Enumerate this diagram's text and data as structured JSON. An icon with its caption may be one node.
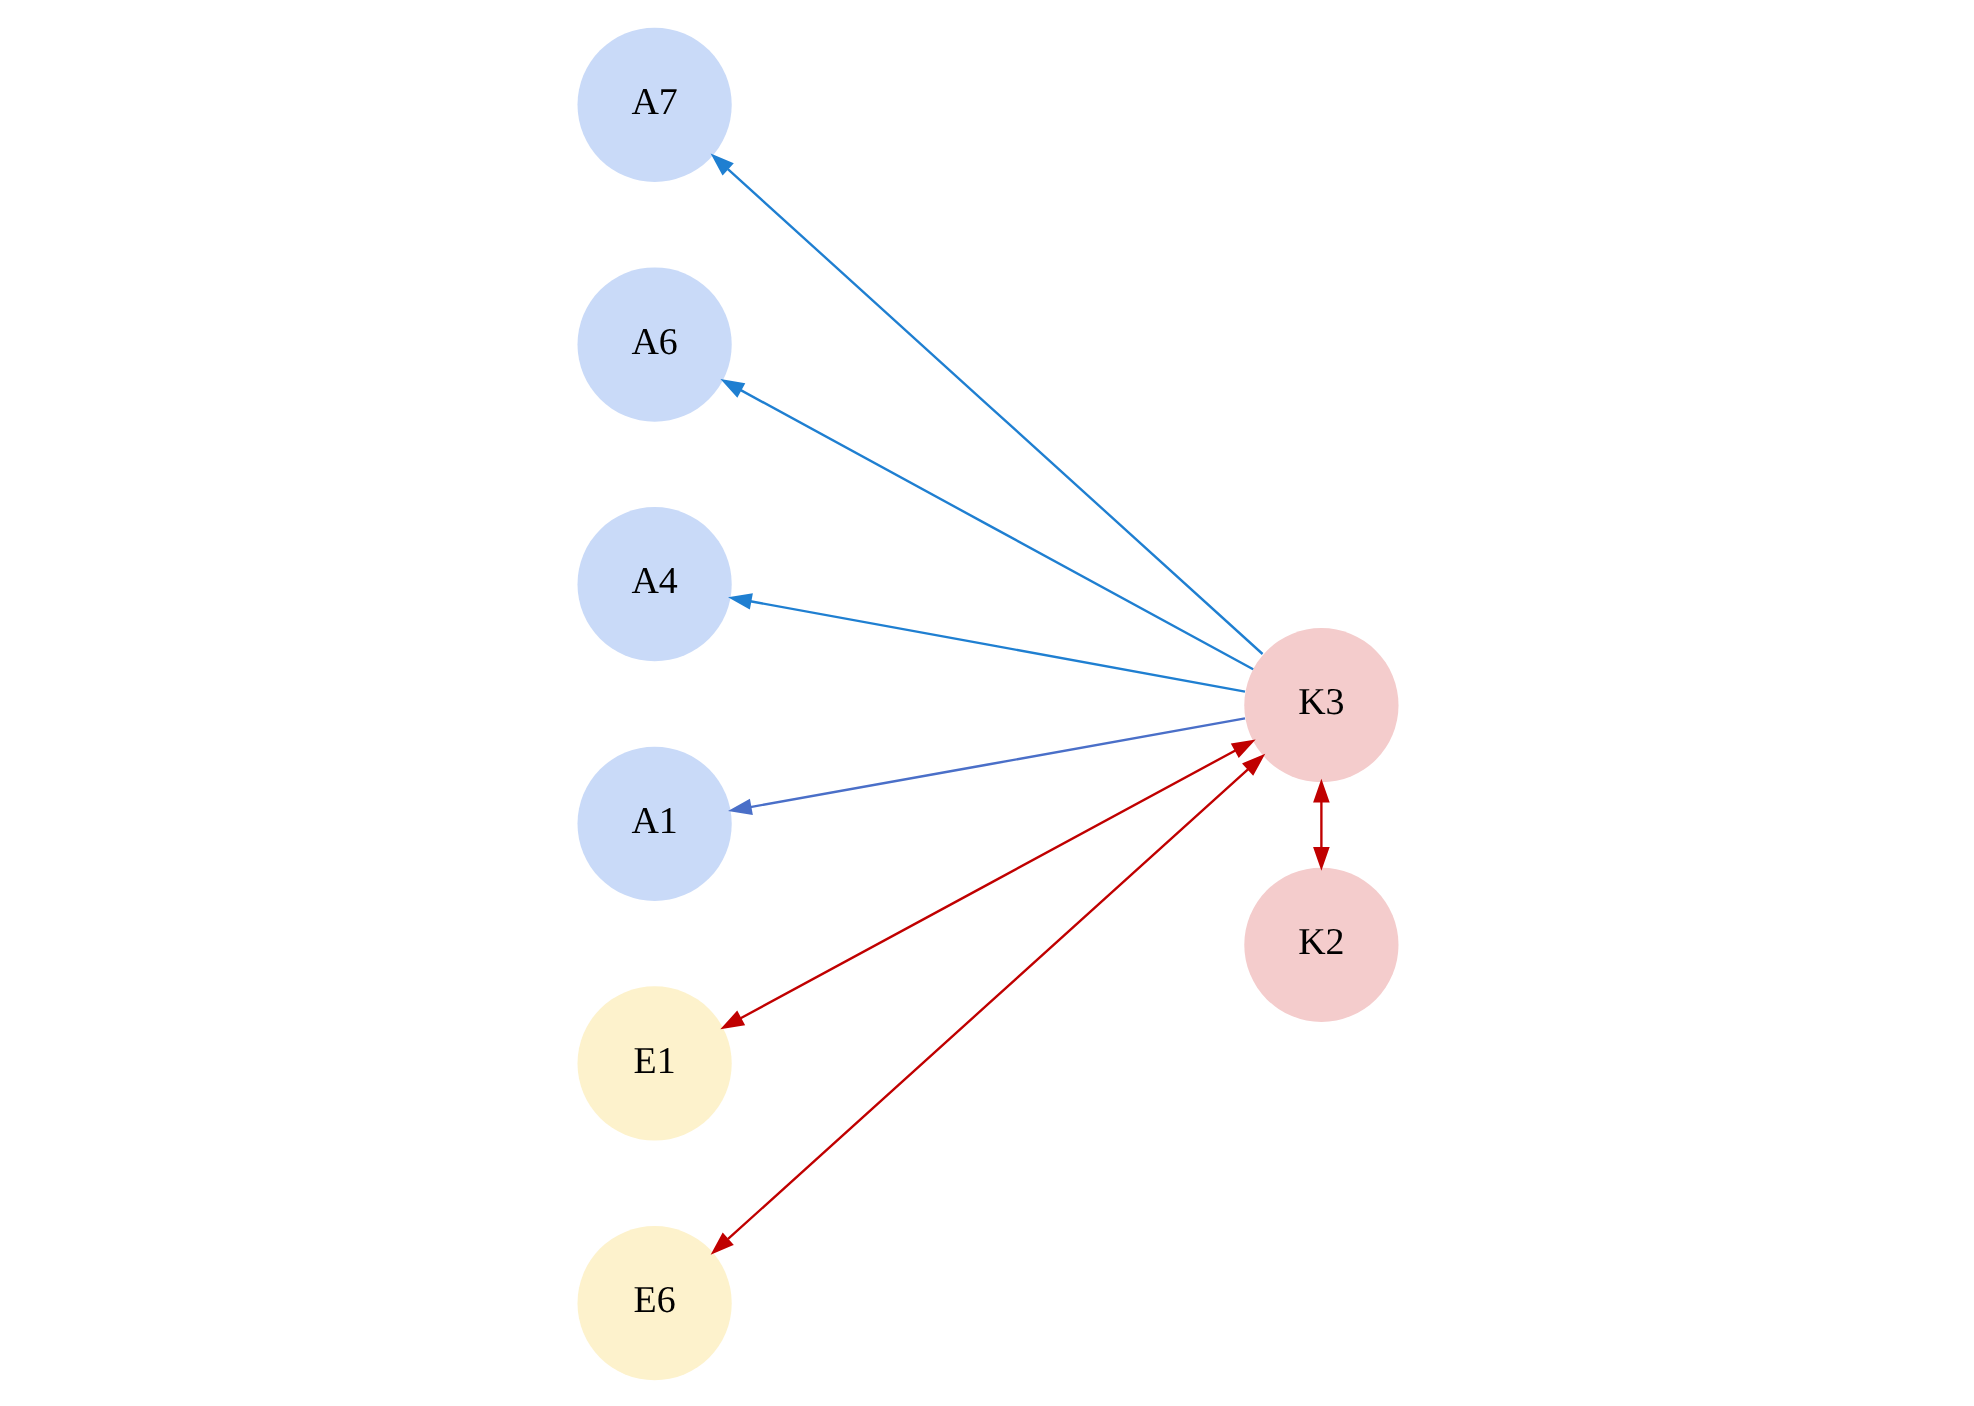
{
  "diagram": {
    "nodes": [
      {
        "text": [
          "A7"
        ]
      },
      {
        "text": [
          "A6"
        ]
      },
      {
        "text": [
          "A4"
        ]
      },
      {
        "text": [
          "K2"
        ]
      },
      {
        "text": [
          "A1"
        ]
      },
      {
        "text": [
          "K3"
        ]
      },
      {
        "text": [
          "E1"
        ]
      },
      {
        "text": [
          "E6"
        ]
      }
    ],
    "edges": [
      {
        "from": 5,
        "to": 0,
        "arrow": "to",
        "color": "#1f7fd1"
      },
      {
        "from": 5,
        "to": 1,
        "arrow": "to",
        "color": "#1f7fd1"
      },
      {
        "from": 5,
        "to": 2,
        "arrow": "to",
        "color": "#1f7fd1"
      },
      {
        "from": 5,
        "to": 4,
        "arrow": "to",
        "color": "#4a6fc8"
      },
      {
        "from": 3,
        "to": 5,
        "arrow": "both",
        "color": "#c00000"
      },
      {
        "from": 5,
        "to": 6,
        "arrow": "both",
        "color": "#c00000"
      },
      {
        "from": 5,
        "to": 7,
        "arrow": "both",
        "color": "#c00000"
      }
    ]
  }
}
